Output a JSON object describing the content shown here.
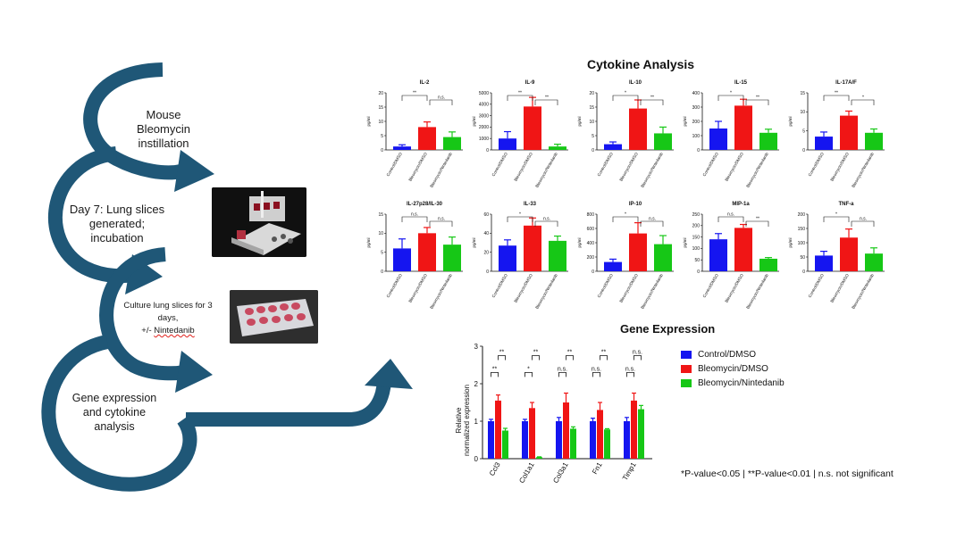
{
  "workflow": {
    "step1": [
      "Mouse",
      "Bleomycin",
      "instillation"
    ],
    "step2": [
      "Day 7: Lung slices",
      "generated;",
      "incubation"
    ],
    "step3_line1": "Culture lung slices for 3",
    "step3_line2": "days,",
    "step3_prefix": "+/- ",
    "step3_drug": "Nintedanib",
    "step4": [
      "Gene expression",
      "and cytokine",
      "analysis"
    ],
    "arrow_color": "#1f5777"
  },
  "colors": {
    "control": "#1515f0",
    "bleomycin": "#f01515",
    "nintedanib": "#16c716"
  },
  "cytokine_title": "Cytokine Analysis",
  "gene_title": "Gene Expression",
  "legend": [
    {
      "label": "Control/DMSO",
      "color": "#1515f0"
    },
    {
      "label": "Bleomycin/DMSO",
      "color": "#f01515"
    },
    {
      "label": "Bleomycin/Nintedanib",
      "color": "#16c716"
    }
  ],
  "significance_note": "*P-value<0.05 | **P-value<0.01 | n.s. not significant",
  "chart_data": [
    {
      "type": "bar",
      "title": "IL-2",
      "ylabel": "pg/ml",
      "ylim": [
        0,
        20
      ],
      "yticks": [
        0,
        5,
        10,
        15,
        20
      ],
      "categories": [
        "Control/DMSO",
        "Bleomycin/DMSO",
        "Bleomycin/Nintedanib"
      ],
      "values": [
        1.2,
        8,
        4.5
      ],
      "errors": [
        0.6,
        1.8,
        1.8
      ],
      "sig": [
        "**",
        "n.s."
      ]
    },
    {
      "type": "bar",
      "title": "IL-9",
      "ylabel": "pg/ml",
      "ylim": [
        0,
        5000
      ],
      "yticks": [
        0,
        1000,
        2000,
        3000,
        4000,
        5000
      ],
      "categories": [
        "Control/DMSO",
        "Bleomycin/DMSO",
        "Bleomycin/Nintedanib"
      ],
      "values": [
        1000,
        3800,
        300
      ],
      "errors": [
        600,
        800,
        200
      ],
      "sig": [
        "**",
        "**"
      ]
    },
    {
      "type": "bar",
      "title": "IL-10",
      "ylabel": "pg/ml",
      "ylim": [
        0,
        20
      ],
      "yticks": [
        0,
        5,
        10,
        15,
        20
      ],
      "categories": [
        "Control/DMSO",
        "Bleomycin/DMSO",
        "Bleomycin/Nintedanib"
      ],
      "values": [
        2,
        14.5,
        5.8
      ],
      "errors": [
        0.8,
        3,
        2.2
      ],
      "sig": [
        "*",
        "**"
      ]
    },
    {
      "type": "bar",
      "title": "IL-15",
      "ylabel": "pg/ml",
      "ylim": [
        0,
        400
      ],
      "yticks": [
        0,
        100,
        200,
        300,
        400
      ],
      "categories": [
        "Control/DMSO",
        "Bleomycin/DMSO",
        "Bleomycin/Nintedanib"
      ],
      "values": [
        150,
        310,
        120
      ],
      "errors": [
        50,
        45,
        25
      ],
      "sig": [
        "*",
        "**"
      ]
    },
    {
      "type": "bar",
      "title": "IL-17A/F",
      "ylabel": "pg/ml",
      "ylim": [
        0,
        15
      ],
      "yticks": [
        0,
        5,
        10,
        15
      ],
      "categories": [
        "Control/DMSO",
        "Bleomycin/DMSO",
        "Bleomycin/Nintedanib"
      ],
      "values": [
        3.5,
        9,
        4.5
      ],
      "errors": [
        1.2,
        1.2,
        1
      ],
      "sig": [
        "**",
        "*"
      ]
    },
    {
      "type": "bar",
      "title": "IL-27p28/IL-30",
      "ylabel": "pg/ml",
      "ylim": [
        0,
        15
      ],
      "yticks": [
        0,
        5,
        10,
        15
      ],
      "categories": [
        "Control/DMSO",
        "Bleomycin/DMSO",
        "Bleomycin/Nintedanib"
      ],
      "values": [
        6,
        10,
        7
      ],
      "errors": [
        2.5,
        1.5,
        2
      ],
      "sig": [
        "n.s.",
        "n.s."
      ]
    },
    {
      "type": "bar",
      "title": "IL-33",
      "ylabel": "pg/ml",
      "ylim": [
        0,
        60
      ],
      "yticks": [
        0,
        20,
        40,
        60
      ],
      "categories": [
        "Control/DMSO",
        "Bleomycin/DMSO",
        "Bleomycin/Nintedanib"
      ],
      "values": [
        27,
        48,
        32
      ],
      "errors": [
        6,
        8,
        5
      ],
      "sig": [
        "*",
        "n.s."
      ]
    },
    {
      "type": "bar",
      "title": "IP-10",
      "ylabel": "pg/ml",
      "ylim": [
        0,
        800
      ],
      "yticks": [
        0,
        200,
        400,
        600,
        800
      ],
      "categories": [
        "Control/DMSO",
        "Bleomycin/DMSO",
        "Bleomycin/Nintedanib"
      ],
      "values": [
        130,
        530,
        380
      ],
      "errors": [
        40,
        150,
        120
      ],
      "sig": [
        "*",
        "n.s."
      ]
    },
    {
      "type": "bar",
      "title": "MIP-1a",
      "ylabel": "pg/ml",
      "ylim": [
        0,
        250
      ],
      "yticks": [
        0,
        50,
        100,
        150,
        200,
        250
      ],
      "categories": [
        "Control/DMSO",
        "Bleomycin/DMSO",
        "Bleomycin/Nintedanib"
      ],
      "values": [
        140,
        190,
        55
      ],
      "errors": [
        25,
        15,
        5
      ],
      "sig": [
        "n.s.",
        "**"
      ]
    },
    {
      "type": "bar",
      "title": "TNF-a",
      "ylabel": "pg/ml",
      "ylim": [
        0,
        200
      ],
      "yticks": [
        0,
        50,
        100,
        150,
        200
      ],
      "categories": [
        "Control/DMSO",
        "Bleomycin/DMSO",
        "Bleomycin/Nintedanib"
      ],
      "values": [
        55,
        118,
        62
      ],
      "errors": [
        15,
        30,
        20
      ],
      "sig": [
        "*",
        "n.s."
      ]
    },
    {
      "type": "bar",
      "title": "",
      "ylabel": "Relative normalized expression",
      "ylim": [
        0,
        3
      ],
      "yticks": [
        0,
        1,
        2,
        3
      ],
      "categories": [
        "Ccl3",
        "Col1a1",
        "Col3a1",
        "Fn1",
        "Timp1"
      ],
      "series": [
        {
          "name": "Control/DMSO",
          "values": [
            1.0,
            1.0,
            1.0,
            1.0,
            1.0
          ],
          "errors": [
            0.05,
            0.05,
            0.1,
            0.08,
            0.1
          ]
        },
        {
          "name": "Bleomycin/DMSO",
          "values": [
            1.55,
            1.35,
            1.5,
            1.3,
            1.55
          ],
          "errors": [
            0.15,
            0.15,
            0.25,
            0.2,
            0.2
          ]
        },
        {
          "name": "Bleomycin/Nintedanib",
          "values": [
            0.75,
            0.04,
            0.8,
            0.78,
            1.32
          ],
          "errors": [
            0.06,
            0.01,
            0.05,
            0.02,
            0.1
          ]
        }
      ],
      "sig_pairs": [
        [
          "**",
          "**"
        ],
        [
          "*",
          "**"
        ],
        [
          "n.s.",
          "**"
        ],
        [
          "n.s.",
          "**"
        ],
        [
          "n.s.",
          "n.s."
        ]
      ]
    }
  ]
}
